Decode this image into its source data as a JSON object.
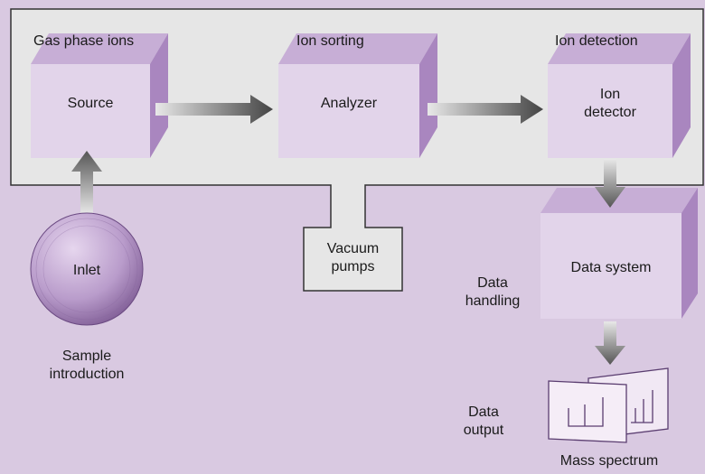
{
  "stages": {
    "source_stage": "Gas phase ions",
    "sorting_stage": "Ion sorting",
    "detection_stage": "Ion detection"
  },
  "boxes": {
    "source": "Source",
    "analyzer": "Analyzer",
    "detector": "Ion\ndetector",
    "data_system": "Data system",
    "vacuum": "Vacuum\npumps",
    "inlet": "Inlet"
  },
  "annotations": {
    "sample": "Sample\nintroduction",
    "data_handling": "Data\nhandling",
    "data_output": "Data\noutput",
    "mass_spectrum": "Mass spectrum"
  },
  "colors": {
    "background": "#d9c9e1",
    "box_front": "#e2d4ea",
    "box_top": "#c7aed6",
    "box_side": "#a986bf",
    "enclosure_fill": "#e6e6e6",
    "outline": "#333333"
  }
}
